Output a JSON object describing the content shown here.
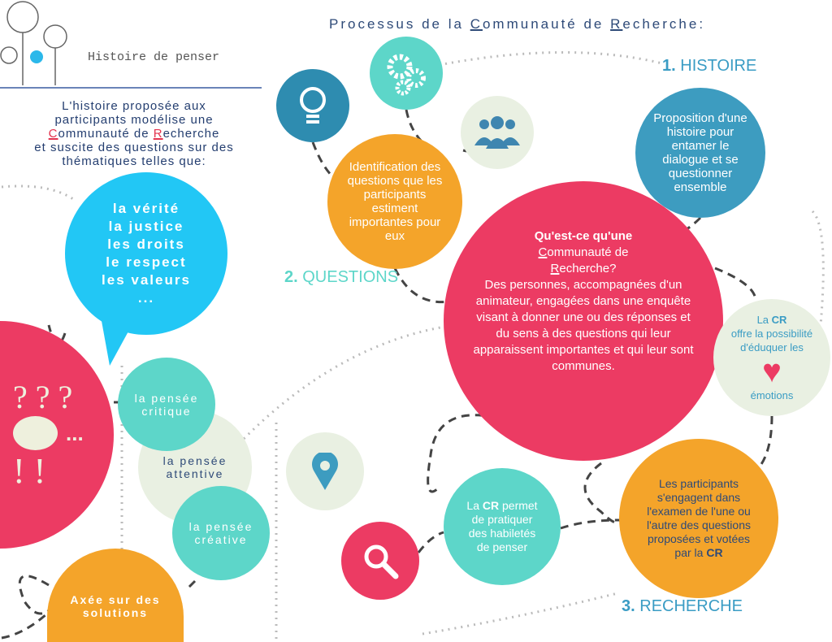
{
  "header": {
    "brand": "Histoire de penser",
    "title_pre": "Processus de la ",
    "title_c": "C",
    "title_mid": "ommunauté de ",
    "title_r": "R",
    "title_post": "echerche:"
  },
  "intro": {
    "l1": "L'histoire proposée aux",
    "l2": "participants modélise une",
    "c": "C",
    "l3a": "ommunauté de ",
    "r": "R",
    "l3b": "echerche",
    "l4": "et suscite des questions sur des",
    "l5": "thématiques telles que:"
  },
  "themes": [
    "la vérité",
    "la justice",
    "les droits",
    "le respect",
    "les valeurs",
    "..."
  ],
  "skills": {
    "critique": [
      "la pensée",
      "critique"
    ],
    "attentive": [
      "la pensée",
      "attentive"
    ],
    "creative": [
      "la pensée",
      "créative"
    ],
    "solutions": [
      "Axée sur des",
      "solutions"
    ]
  },
  "steps": {
    "histoire_label": "1. HISTOIRE",
    "histoire_num": "1.",
    "histoire_word": "HISTOIRE",
    "histoire_text": "Proposition d'une histoire pour entamer le dialogue et se questionner ensemble",
    "questions_num": "2.",
    "questions_word": "QUESTIONS",
    "questions_text": "Identification des questions que les participants estiment importantes pour eux",
    "recherche_num": "3.",
    "recherche_word": "RECHERCHE",
    "recherche_text_a": "Les participants s'engagent dans l'examen de l'une ou l'autre des questions proposées et votées par la ",
    "recherche_cr": "CR"
  },
  "center": {
    "q1": "Qu'est-ce qu'une",
    "c": "C",
    "q2": "ommunauté de",
    "r": "R",
    "q3": "echerche?",
    "body": "Des personnes, accompagnées d'un animateur, engagées dans une enquête visant à donner une ou des réponses et du sens à des questions qui leur apparaissent importantes et qui leur sont communes."
  },
  "emotions": {
    "la": "La ",
    "cr": "CR",
    "l2": "offre la possibilité d'éduquer les",
    "l3": "émotions"
  },
  "habiletes": {
    "la": "La ",
    "cr": "CR",
    "rest": " permet de pratiquer des habiletés de penser"
  },
  "symbols": {
    "q": "? ? ?",
    "dots": "...",
    "excl": "! !"
  },
  "colors": {
    "pink": "#ec3b63",
    "orange": "#f4a42a",
    "teal": "#5dd6c9",
    "blue": "#3d9cc0",
    "sky": "#22c7f5",
    "pale": "#e9f0e2",
    "navy": "#2e4a78"
  }
}
